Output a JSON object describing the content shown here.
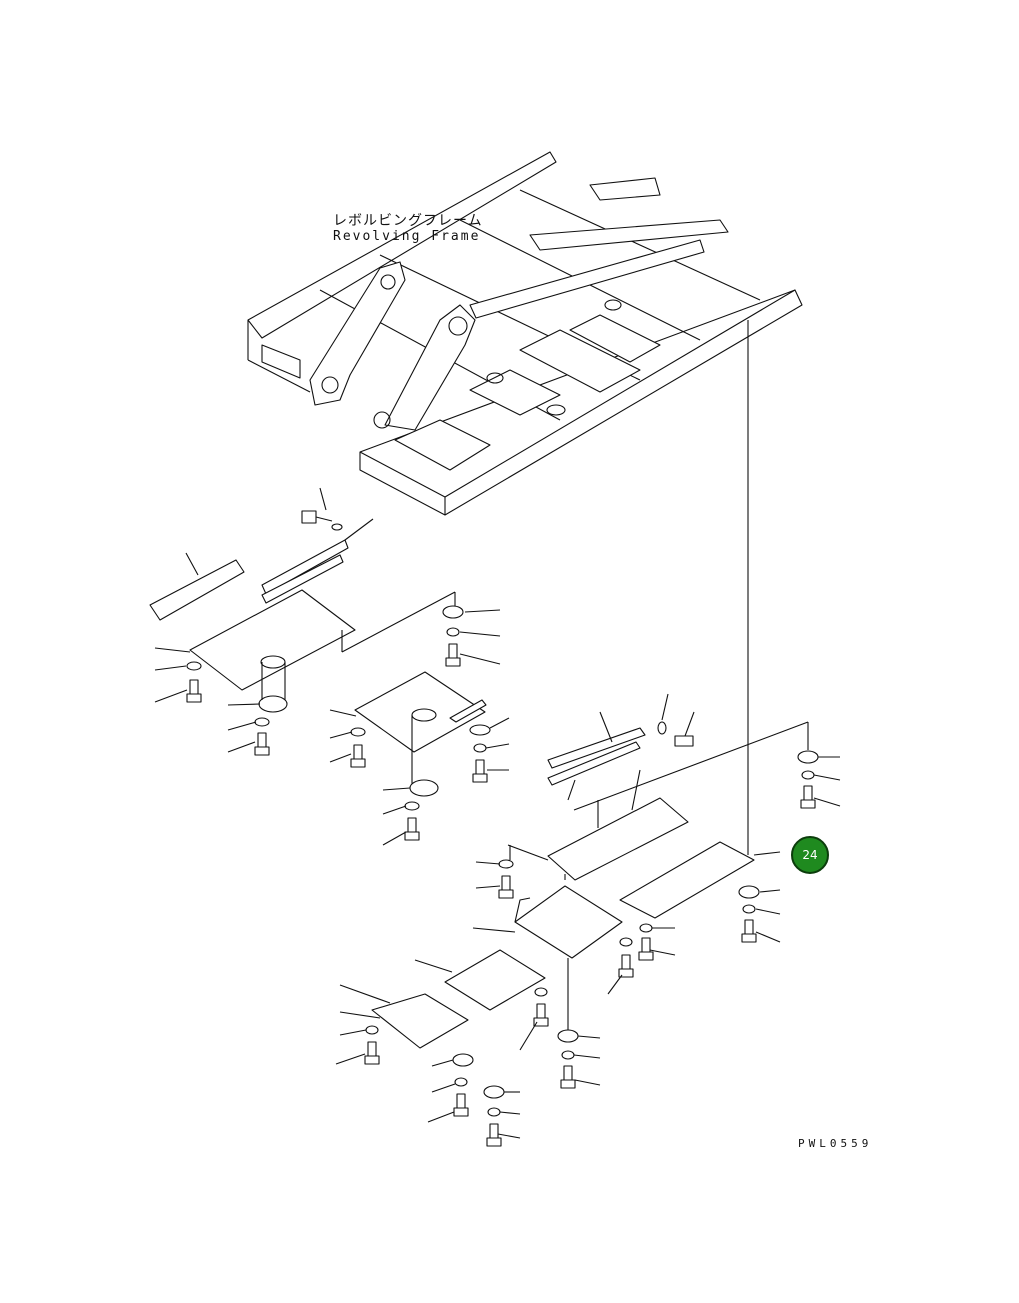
{
  "labels": {
    "frame_name_jp": "レボルビングフレーム",
    "frame_name_en": "Revolving Frame",
    "drawing_code": "PWL0559"
  },
  "callout": {
    "number": "24",
    "color": "#1f8a1f"
  }
}
